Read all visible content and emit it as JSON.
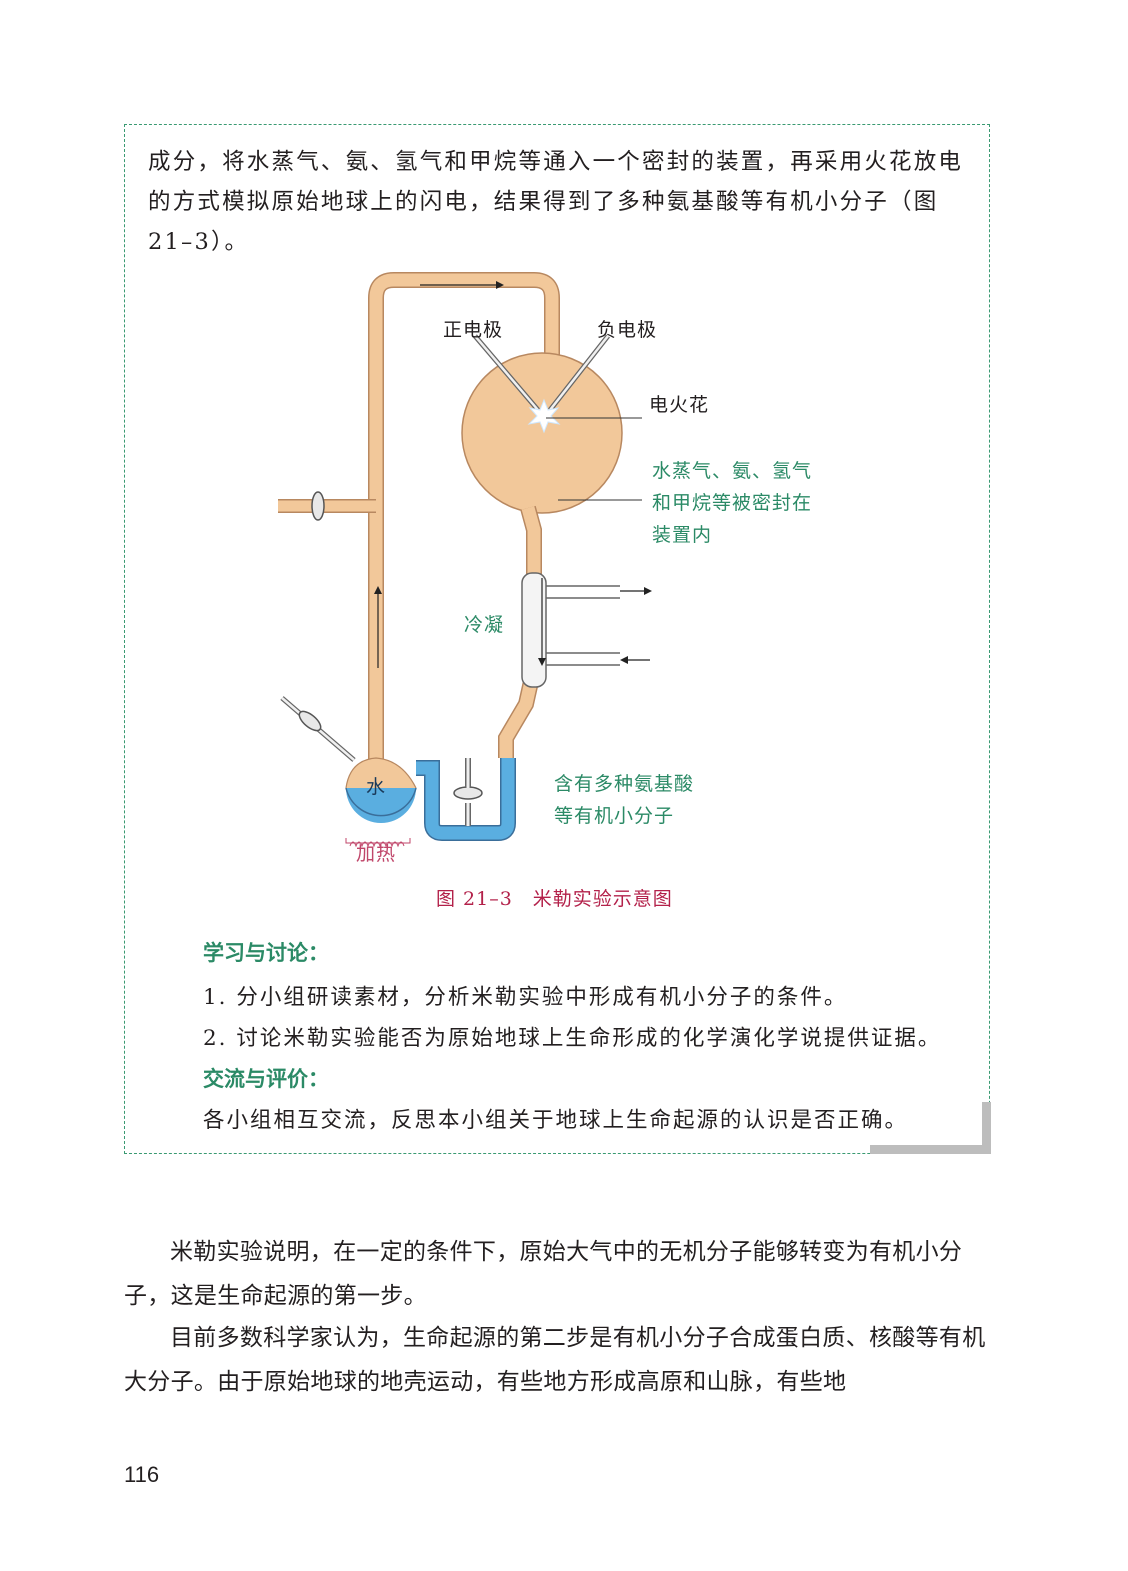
{
  "intro_text": "成分，将水蒸气、氨、氢气和甲烷等通入一个密封的装置，再采用火花放电的方式模拟原始地球上的闪电，结果得到了多种氨基酸等有机小分子（图21–3）。",
  "diagram": {
    "positive_electrode": "正电极",
    "negative_electrode": "负电极",
    "spark": "电火花",
    "gases_line1": "水蒸气、氨、氢气",
    "gases_line2": "和甲烷等被密封在",
    "gases_line3": "装置内",
    "condense": "冷凝",
    "water": "水",
    "heating": "加热",
    "product_line1": "含有多种氨基酸",
    "product_line2": "等有机小分子"
  },
  "figure_caption": "图 21–3　米勒实验示意图",
  "study": {
    "heading": "学习与讨论：",
    "items": [
      "1. 分小组研读素材，分析米勒实验中形成有机小分子的条件。",
      "2. 讨论米勒实验能否为原始地球上生命形成的化学演化学说提供证据。"
    ]
  },
  "exchange": {
    "heading": "交流与评价：",
    "text": "各小组相互交流，反思本小组关于地球上生命起源的认识是否正确。"
  },
  "body_paragraphs": [
    "米勒实验说明，在一定的条件下，原始大气中的无机分子能够转变为有机小分子，这是生命起源的第一步。",
    "目前多数科学家认为，生命起源的第二步是有机小分子合成蛋白质、核酸等有机大分子。由于原始地球的地壳运动，有些地方形成高原和山脉，有些地"
  ],
  "page_number": "116",
  "colors": {
    "tube": "#f2c89a",
    "tube_outline": "#b88860",
    "water": "#5aaee0",
    "accent_green": "#2b8a66",
    "caption_red": "#b3214a"
  }
}
